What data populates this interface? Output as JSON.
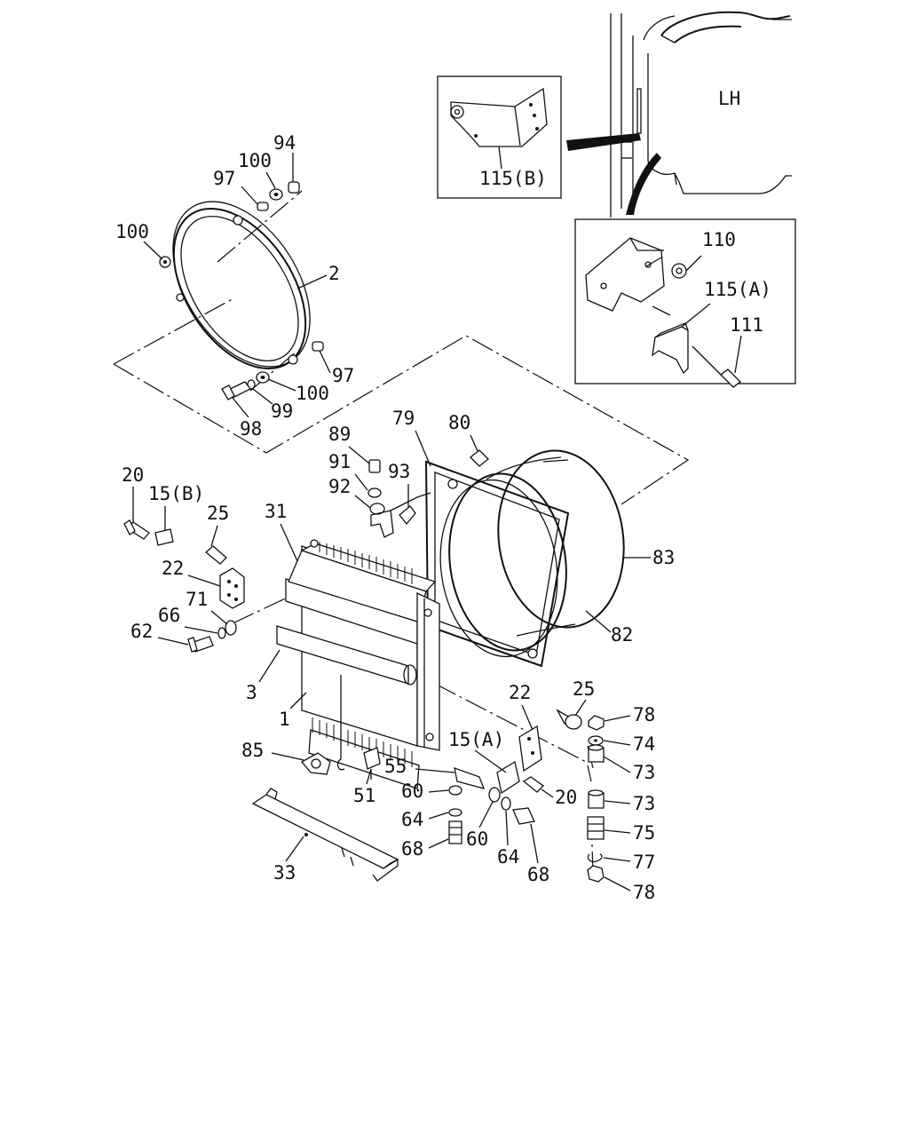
{
  "diagram": {
    "side_label": "LH",
    "callouts": {
      "c2": "2",
      "c94": "94",
      "c100a": "100",
      "c97a": "97",
      "c100b": "100",
      "c97b": "97",
      "c100c": "100",
      "c99": "99",
      "c98": "98",
      "c79": "79",
      "c80": "80",
      "c89": "89",
      "c91": "91",
      "c93": "93",
      "c92": "92",
      "c20a": "20",
      "c15b": "15(B)",
      "c25a": "25",
      "c31": "31",
      "c22a": "22",
      "c71": "71",
      "c66": "66",
      "c62": "62",
      "c3": "3",
      "c1": "1",
      "c83": "83",
      "c82": "82",
      "c22b": "22",
      "c25b": "25",
      "c78a": "78",
      "c74": "74",
      "c73a": "73",
      "c15a": "15(A)",
      "c55": "55",
      "c20b": "20",
      "c73b": "73",
      "c60a": "60",
      "c75": "75",
      "c64a": "64",
      "c60b": "60",
      "c64b": "64",
      "c77": "77",
      "c68a": "68",
      "c68b": "68",
      "c78b": "78",
      "c85": "85",
      "c51": "51",
      "c33": "33",
      "c115b": "115(B)",
      "c110": "110",
      "c115a": "115(A)",
      "c111": "111"
    }
  }
}
